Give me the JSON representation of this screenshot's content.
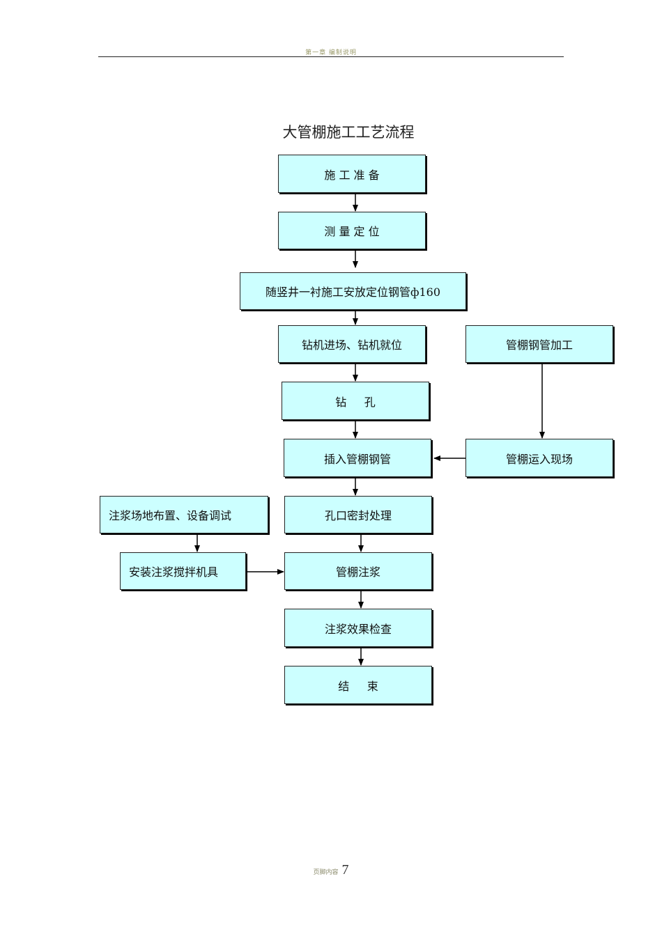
{
  "header": {
    "text": "第一章  编制说明"
  },
  "title": "大管棚施工工艺流程",
  "steps": {
    "s1": "施 工 准 备",
    "s2": "测 量 定 位",
    "s3": "随竖井一衬施工安放定位钢管ф160",
    "s4": "钻机进场、钻机就位",
    "s5": "钻     孔",
    "s6": "插入管棚钢管",
    "s7": "孔口密封处理",
    "s8": "管棚注浆",
    "s9": "注浆效果检查",
    "s10": "结     束",
    "r1": "管棚钢管加工",
    "r2": "管棚运入现场",
    "l1": "注浆场地布置、设备调试",
    "l2": "安装注浆搅拌机具"
  },
  "footer": {
    "text": "页脚内容",
    "page_number": "7"
  }
}
